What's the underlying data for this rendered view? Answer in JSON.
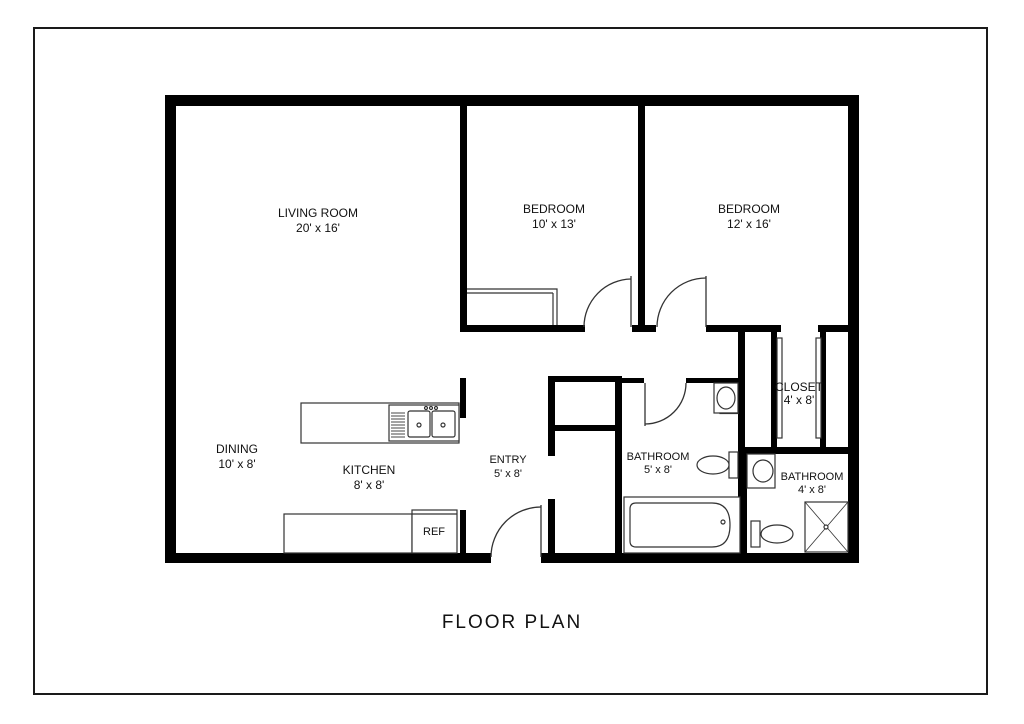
{
  "title": "FLOOR PLAN",
  "rooms": {
    "living_room": {
      "name": "LIVING ROOM",
      "size": "20' x 16'"
    },
    "bedroom_1": {
      "name": "BEDROOM",
      "size": "10' x 13'"
    },
    "bedroom_2": {
      "name": "BEDROOM",
      "size": "12' x 16'"
    },
    "closet": {
      "name": "CLOSET",
      "size": "4' x 8'"
    },
    "dining": {
      "name": "DINING",
      "size": "10' x 8'"
    },
    "kitchen": {
      "name": "KITCHEN",
      "size": "8' x 8'"
    },
    "entry": {
      "name": "ENTRY",
      "size": "5' x 8'"
    },
    "bathroom_1": {
      "name": "BATHROOM",
      "size": "5' x 8'"
    },
    "bathroom_2": {
      "name": "BATHROOM",
      "size": "4' x 8'"
    }
  },
  "fixtures": {
    "refrigerator": "REF"
  },
  "colors": {
    "wall": "#000000",
    "line": "#333333",
    "background": "#ffffff"
  }
}
